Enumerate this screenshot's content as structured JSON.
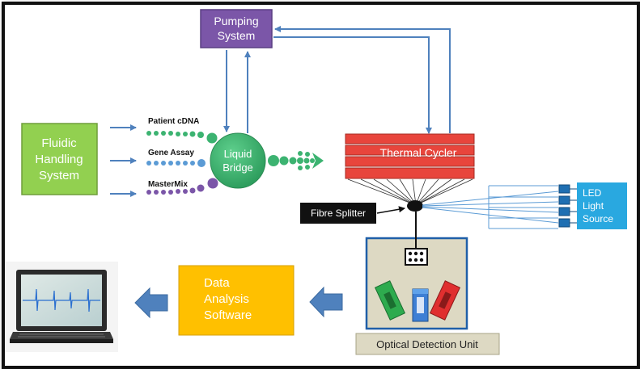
{
  "pumping_system": {
    "label_line1": "Pumping",
    "label_line2": "System"
  },
  "fluidic_handling": {
    "label_line1": "Fluidic",
    "label_line2": "Handling",
    "label_line3": "System"
  },
  "inputs": {
    "patient_cdna": "Patient cDNA",
    "gene_assay": "Gene Assay",
    "mastermix": "MasterMix"
  },
  "liquid_bridge": {
    "label_line1": "Liquid",
    "label_line2": "Bridge"
  },
  "thermal_cycler": {
    "label": "Thermal Cycler"
  },
  "fibre_splitter": {
    "label": "Fibre Splitter"
  },
  "led_source": {
    "label_line1": "LED",
    "label_line2": "Light",
    "label_line3": "Source"
  },
  "optical_unit": {
    "label": "Optical Detection Unit"
  },
  "data_analysis": {
    "label_line1": "Data",
    "label_line2": "Analysis",
    "label_line3": "Software"
  },
  "colors": {
    "purple": "#7b56a8",
    "green_box": "#92d050",
    "bridge_green": "#3cb371",
    "thermal_red": "#e8453c",
    "led_blue": "#29a8e0",
    "data_yellow": "#ffc000",
    "optical_tan": "#ddd9c3",
    "arrow_blue": "#4f81bd"
  }
}
